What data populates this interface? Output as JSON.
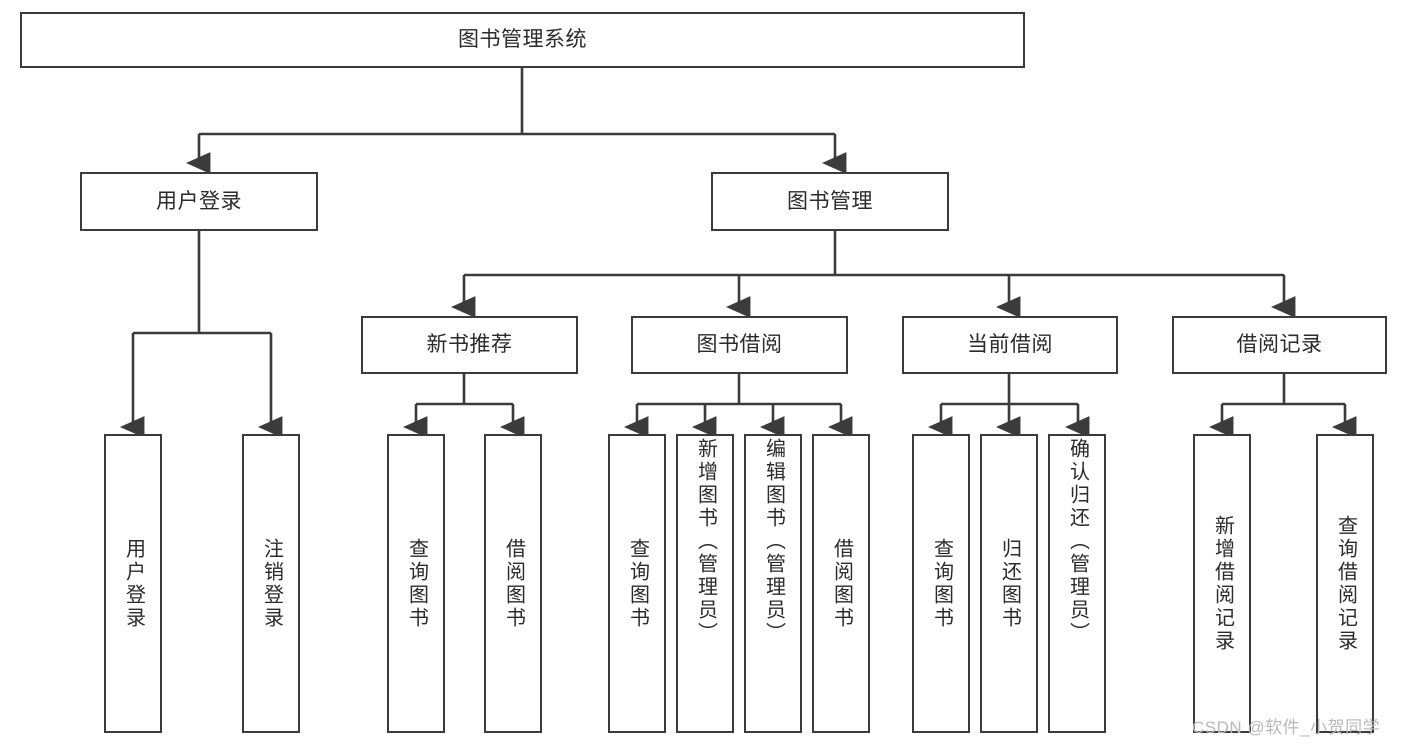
{
  "diagram": {
    "type": "hierarchy-tree",
    "root": {
      "id": "root",
      "label": "图书管理系统"
    },
    "level2": [
      {
        "id": "user-login",
        "label": "用户登录"
      },
      {
        "id": "book-manage",
        "label": "图书管理"
      }
    ],
    "level3": [
      {
        "id": "new-book-recommend",
        "label": "新书推荐",
        "parent": "book-manage"
      },
      {
        "id": "book-borrow",
        "label": "图书借阅",
        "parent": "book-manage"
      },
      {
        "id": "current-borrow",
        "label": "当前借阅",
        "parent": "book-manage"
      },
      {
        "id": "borrow-record",
        "label": "借阅记录",
        "parent": "book-manage"
      }
    ],
    "leaves": [
      {
        "id": "leaf-user-login",
        "label": "用户登录",
        "parent": "user-login"
      },
      {
        "id": "leaf-logout-login",
        "label": "注销登录",
        "parent": "user-login"
      },
      {
        "id": "leaf-query-book-1",
        "label": "查询图书",
        "parent": "new-book-recommend"
      },
      {
        "id": "leaf-borrow-book-1",
        "label": "借阅图书",
        "parent": "new-book-recommend"
      },
      {
        "id": "leaf-query-book-2",
        "label": "查询图书",
        "parent": "book-borrow"
      },
      {
        "id": "leaf-add-book",
        "label": "新增图书（管理员）",
        "parent": "book-borrow"
      },
      {
        "id": "leaf-edit-book",
        "label": "编辑图书（管理员）",
        "parent": "book-borrow"
      },
      {
        "id": "leaf-borrow-book-2",
        "label": "借阅图书",
        "parent": "book-borrow"
      },
      {
        "id": "leaf-query-book-3",
        "label": "查询图书",
        "parent": "current-borrow"
      },
      {
        "id": "leaf-return-book",
        "label": "归还图书",
        "parent": "current-borrow"
      },
      {
        "id": "leaf-confirm-return",
        "label": "确认归还（管理员）",
        "parent": "current-borrow"
      },
      {
        "id": "leaf-add-record",
        "label": "新增借阅记录",
        "parent": "borrow-record"
      },
      {
        "id": "leaf-query-record",
        "label": "查询借阅记录",
        "parent": "borrow-record"
      }
    ],
    "colors": {
      "stroke": "#3b3b3b",
      "fill": "#ffffff",
      "text": "#2b2b2b",
      "watermark": "#b9b9b9"
    }
  },
  "watermark": {
    "text": "CSDN @软件_小贺同学"
  }
}
